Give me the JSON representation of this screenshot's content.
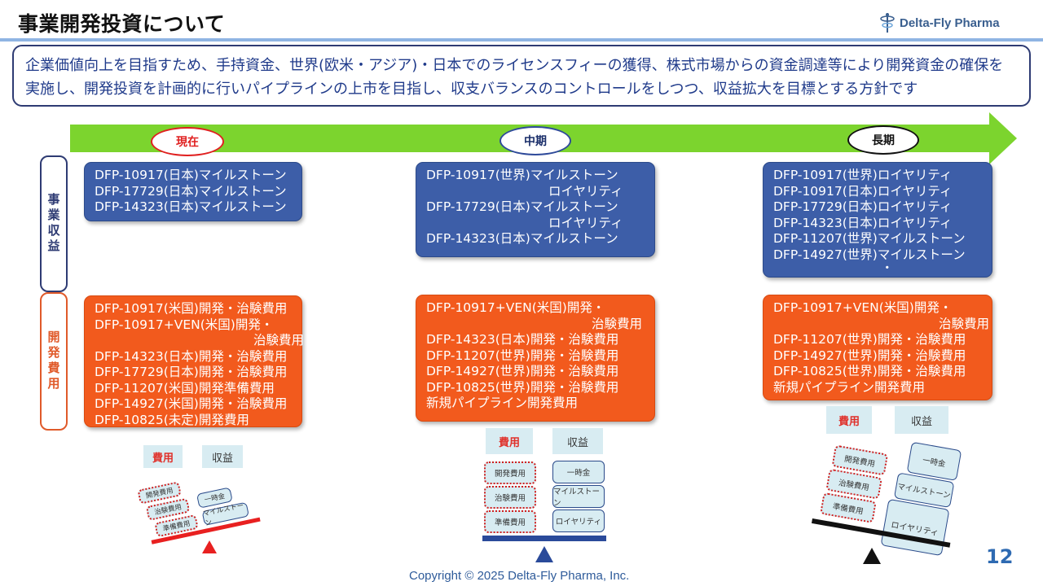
{
  "header": {
    "title": "事業開発投資について",
    "logo_text": "Delta-Fly Pharma"
  },
  "intro": {
    "text": "企業価値向上を目指すため、手持資金、世界(欧米・アジア)・日本でのライセンスフィーの獲得、株式市場からの資金調達等により開発資金の確保を実施し、開発投資を計画的に行いパイプラインの上市を目指し、収支バランスのコントロールをしつつ、収益拡大を目標とする方針です"
  },
  "phases": {
    "now": "現在",
    "mid": "中期",
    "long": "長期"
  },
  "side_labels": {
    "revenue": "事業収益",
    "cost": "開発費用"
  },
  "revenue": {
    "now": [
      "DFP-10917(日本)マイルストーン",
      "DFP-17729(日本)マイルストーン",
      "DFP-14323(日本)マイルストーン"
    ],
    "mid": [
      "DFP-10917(世界)マイルストーン",
      "ロイヤリティ",
      "DFP-17729(日本)マイルストーン",
      "ロイヤリティ",
      "DFP-14323(日本)マイルストーン"
    ],
    "long": [
      "DFP-10917(世界)ロイヤリティ",
      "DFP-10917(日本)ロイヤリティ",
      "DFP-17729(日本)ロイヤリティ",
      "DFP-14323(日本)ロイヤリティ",
      "DFP-11207(世界)マイルストーン",
      "DFP-14927(世界)マイルストーン",
      "・"
    ]
  },
  "cost": {
    "now": [
      "DFP-10917(米国)開発・治験費用",
      "DFP-10917+VEN(米国)開発・",
      "治験費用",
      "DFP-14323(日本)開発・治験費用",
      "DFP-17729(日本)開発・治験費用",
      "DFP-11207(米国)開発準備費用",
      "DFP-14927(米国)開発・治験費用",
      "DFP-10825(未定)開発費用"
    ],
    "mid": [
      "DFP-10917+VEN(米国)開発・",
      "治験費用",
      "DFP-14323(日本)開発・治験費用",
      "DFP-11207(世界)開発・治験費用",
      "DFP-14927(世界)開発・治験費用",
      "DFP-10825(世界)開発・治験費用",
      "新規パイプライン開発費用"
    ],
    "long": [
      "DFP-10917+VEN(米国)開発・",
      "治験費用",
      "DFP-11207(世界)開発・治験費用",
      "DFP-14927(世界)開発・治験費用",
      "DFP-10825(世界)開発・治験費用",
      "新規パイプライン開発費用"
    ]
  },
  "balance": {
    "cost_tag": "費用",
    "revenue_tag": "収益",
    "cost_items": [
      "開発費用",
      "治験費用",
      "準備費用"
    ],
    "revenue_items": [
      "一時金",
      "マイルストーン",
      "ロイヤリティ"
    ]
  },
  "footer": {
    "page_number": "12",
    "copyright": "Copyright © 2025  Delta-Fly Pharma, Inc."
  },
  "colors": {
    "revenue_box": "#3d5ea8",
    "cost_box": "#f25a1d",
    "arrow": "#7cd42e",
    "beam_now": "#e82020",
    "beam_mid": "#2a4a9a",
    "beam_long": "#111111"
  }
}
